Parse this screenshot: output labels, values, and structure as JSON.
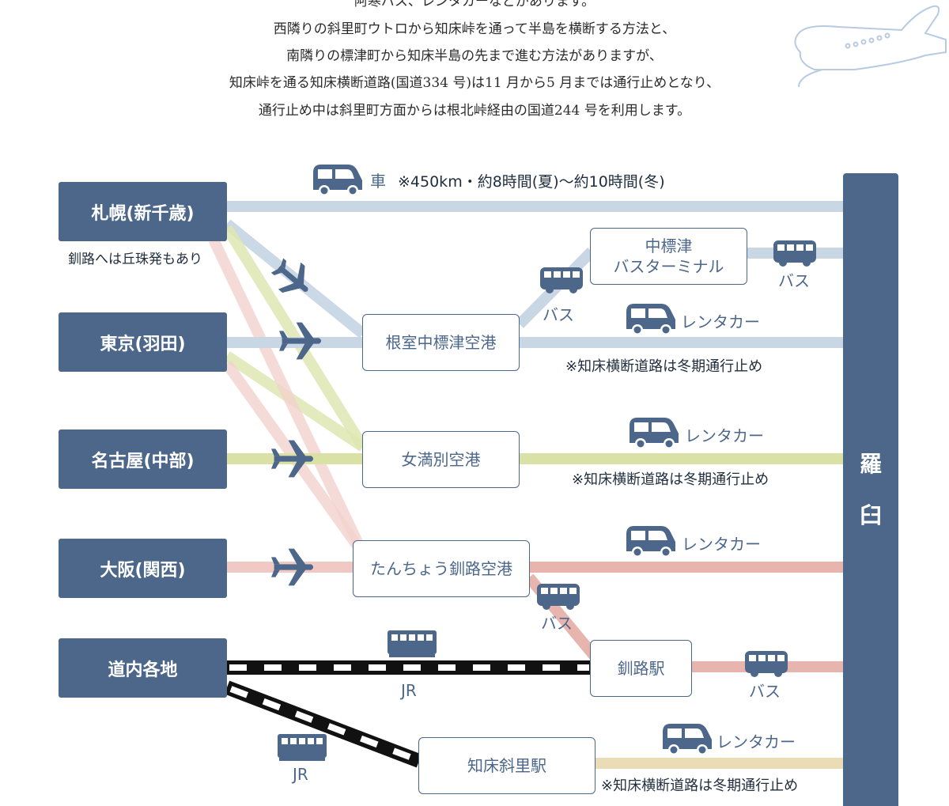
{
  "intro": {
    "line0": "阿寒バス、レンタカーなどがあります。",
    "line1": "西隣りの斜里町ウトロから知床峠を通って半島を横断する方法と、",
    "line2": "南隣りの標津町から知床半島の先まで進む方法がありますが、",
    "line3": "知床峠を通る知床横断道路(国道334 号)は11 月から5 月までは通行止めとなり、",
    "line4": "通行止め中は斜里町方面からは根北峠経由の国道244 号を利用します。"
  },
  "origins": {
    "sapporo": "札幌(新千歳)",
    "tokyo": "東京(羽田)",
    "nagoya": "名古屋(中部)",
    "osaka": "大阪(関西)",
    "dounai": "道内各地"
  },
  "sapporo_note": "釧路へは丘珠発もあり",
  "hubs": {
    "nakashibetsu_bt_line1": "中標津",
    "nakashibetsu_bt_line2": "バスターミナル",
    "nemuro_airport": "根室中標津空港",
    "memanbetsu_airport": "女満別空港",
    "kushiro_airport": "たんちょう釧路空港",
    "kushiro_station": "釧路駅",
    "shiretoko_shari_station": "知床斜里駅"
  },
  "destination": {
    "char1": "羅",
    "char2": "臼"
  },
  "labels": {
    "car": "車",
    "car_note": "※450km・約8時間(夏)〜約10時間(冬)",
    "bus": "バス",
    "rentacar": "レンタカー",
    "jr": "JR",
    "winter_closed": "※知床横断道路は冬期通行止め"
  },
  "colors": {
    "navy": "#4c678a",
    "route_blue": "#c9d6e4",
    "route_green": "#d9e2a4",
    "route_pink": "#f0c9c4",
    "route_pink_strong": "#e8b5ae",
    "route_beige": "#eadcb4",
    "rail_black": "#111111"
  },
  "icons": [
    "airplane-icon",
    "bus-icon",
    "car-icon",
    "train-icon",
    "airplane-outline-icon"
  ]
}
